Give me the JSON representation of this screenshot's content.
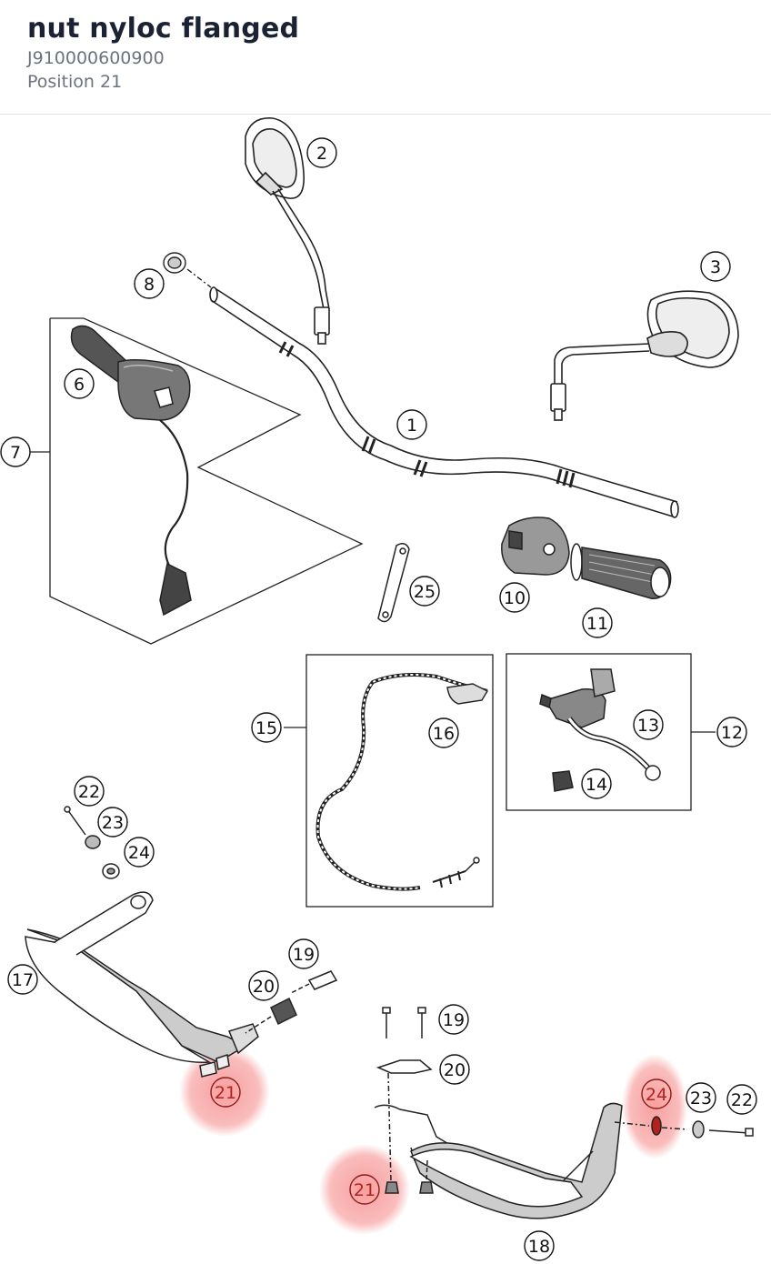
{
  "part": {
    "name": "nut nyloc flanged",
    "number": "J910000600900",
    "position": "Position 21"
  },
  "colors": {
    "highlight": "#f36b6b",
    "highlight_text": "#b3231e",
    "line": "#222222"
  },
  "callouts": {
    "c1": "1",
    "c2": "2",
    "c3": "3",
    "c6": "6",
    "c7": "7",
    "c8": "8",
    "c10": "10",
    "c11": "11",
    "c12": "12",
    "c13": "13",
    "c14": "14",
    "c15": "15",
    "c16": "16",
    "c17": "17",
    "c18": "18",
    "c19a": "19",
    "c19b": "19",
    "c20a": "20",
    "c20b": "20",
    "c21a": "21",
    "c21b": "21",
    "c22a": "22",
    "c22b": "22",
    "c23a": "23",
    "c23b": "23",
    "c24a": "24",
    "c24b": "24",
    "c25": "25"
  }
}
